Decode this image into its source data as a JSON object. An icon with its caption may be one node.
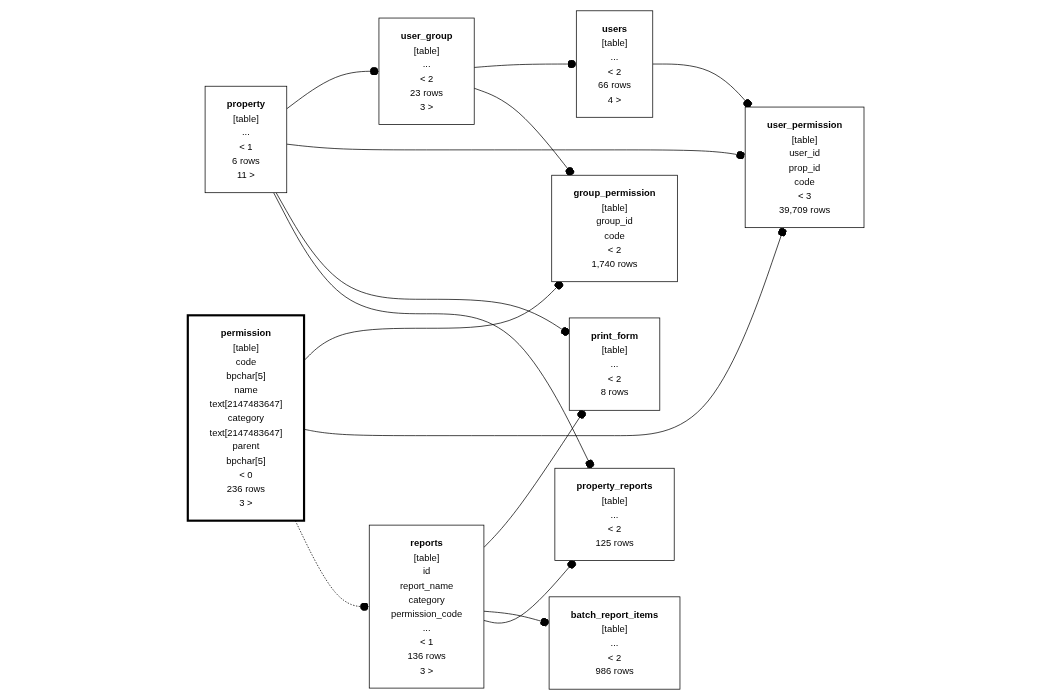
{
  "diagram": {
    "nodes": [
      {
        "text": [
          "user_group",
          "[table]",
          "...",
          "< 2",
          "23 rows",
          "3 >"
        ]
      },
      {
        "text": [
          "users",
          "[table]",
          "...",
          "< 2",
          "66 rows",
          "4 >"
        ]
      },
      {
        "text": [
          "user_permission",
          "[table]",
          "user_id",
          "prop_id",
          "code",
          "< 3",
          "39,709 rows"
        ]
      },
      {
        "text": [
          "group_permission",
          "[table]",
          "group_id",
          "code",
          "< 2",
          "1,740 rows"
        ]
      },
      {
        "text": [
          "permission",
          "[table]",
          "code",
          "bpchar[5]",
          "name",
          "text[2147483647]",
          "category",
          "text[2147483647]",
          "parent",
          "bpchar[5]",
          "< 0",
          "236 rows",
          "3 >"
        ]
      },
      {
        "text": [
          "property",
          "[table]",
          "...",
          "< 1",
          "6 rows",
          "11 >"
        ]
      },
      {
        "text": [
          "print_form",
          "[table]",
          "...",
          "< 2",
          "8 rows"
        ]
      },
      {
        "text": [
          "reports",
          "[table]",
          "id",
          "report_name",
          "category",
          "permission_code",
          "...",
          "< 1",
          "136 rows",
          "3 >"
        ]
      },
      {
        "text": [
          "batch_report_items",
          "[table]",
          "...",
          "< 2",
          "986 rows"
        ]
      },
      {
        "text": [
          "property_reports",
          "[table]",
          "...",
          "< 2",
          "125 rows"
        ]
      }
    ],
    "edges": [
      {
        "from": 5,
        "to": 0,
        "arrow": "other"
      },
      {
        "from": 5,
        "to": 2,
        "arrow": "other"
      },
      {
        "from": 5,
        "to": 6,
        "arrow": "other"
      },
      {
        "from": 5,
        "to": 9,
        "arrow": "other"
      },
      {
        "from": 0,
        "to": 1,
        "arrow": "other"
      },
      {
        "from": 0,
        "to": 3,
        "arrow": "other"
      },
      {
        "from": 1,
        "to": 2,
        "arrow": "other"
      },
      {
        "from": 4,
        "to": 3,
        "arrow": "other"
      },
      {
        "from": 4,
        "to": 2,
        "arrow": "other"
      },
      {
        "from": 4,
        "to": 7,
        "arrow": "other",
        "style": "dashed"
      },
      {
        "from": 7,
        "to": 6,
        "arrow": "other"
      },
      {
        "from": 7,
        "to": 8,
        "arrow": "other"
      },
      {
        "from": 7,
        "to": 9,
        "arrow": "other"
      }
    ]
  }
}
